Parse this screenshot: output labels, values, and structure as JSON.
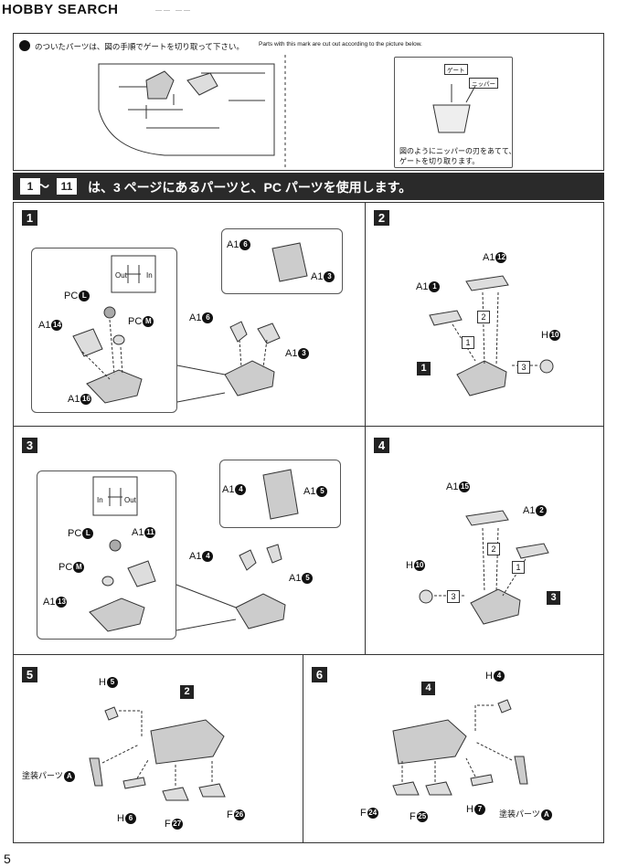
{
  "header": {
    "site_logo": "HOBBY SEARCH",
    "running_head": "—— ——"
  },
  "notice": {
    "jp": "のついたパーツは、図の手順でゲートを切り取って下さい。",
    "en": "Parts with this mark are cut out according to the picture below.",
    "inset_tag_gate": "ゲート",
    "inset_tag_nipper": "ニッパー",
    "inset_caption_line1": "図のようにニッパーの刃をあてて、",
    "inset_caption_line2": "ゲートを切り取ります。"
  },
  "banner": {
    "from": "1",
    "tilde": "～",
    "to": "11",
    "text": "は、3 ページにあるパーツと、PC パーツを使用します。"
  },
  "steps": {
    "s1": {
      "num": "1",
      "a16": "A1",
      "a16n": "6",
      "a3": "A1",
      "a3n": "3",
      "a6": "A1",
      "a6n": "6",
      "a3b": "A1",
      "a3bn": "3",
      "pcl": "PC",
      "pcln": "L",
      "pcm": "PC",
      "pcmn": "M",
      "a14": "A1",
      "a14n": "14",
      "a16b": "A1",
      "a16bn": "16",
      "out": "Out",
      "in": "In"
    },
    "s2": {
      "num": "2",
      "a12": "A1",
      "a12n": "12",
      "a1": "A1",
      "a1n": "1",
      "h10": "H",
      "h10n": "10",
      "ref": "1",
      "n2": "2",
      "n1": "1",
      "n3": "3"
    },
    "s3": {
      "num": "3",
      "a4": "A1",
      "a4n": "4",
      "a5": "A1",
      "a5n": "5",
      "a4b": "A1",
      "a4bn": "4",
      "a5b": "A1",
      "a5bn": "5",
      "pcl": "PC",
      "pcln": "L",
      "pcm": "PC",
      "pcmn": "M",
      "a11": "A1",
      "a11n": "11",
      "a13": "A1",
      "a13n": "13",
      "in": "In",
      "out": "Out"
    },
    "s4": {
      "num": "4",
      "a15": "A1",
      "a15n": "15",
      "a2": "A1",
      "a2n": "2",
      "h10": "H",
      "h10n": "10",
      "ref": "3",
      "n2": "2",
      "n1": "1",
      "n3": "3"
    },
    "s5": {
      "num": "5",
      "ref": "2",
      "h5": "H",
      "h5n": "5",
      "paint": "塗装パーツ",
      "paintn": "A",
      "h6": "H",
      "h6n": "6",
      "f27": "F",
      "f27n": "27",
      "f26": "F",
      "f26n": "26"
    },
    "s6": {
      "num": "6",
      "ref": "4",
      "h4": "H",
      "h4n": "4",
      "h7": "H",
      "h7n": "7",
      "paint": "塗装パーツ",
      "paintn": "A",
      "f24": "F",
      "f24n": "24",
      "f25": "F",
      "f25n": "25"
    }
  },
  "footer": {
    "page": "5"
  }
}
